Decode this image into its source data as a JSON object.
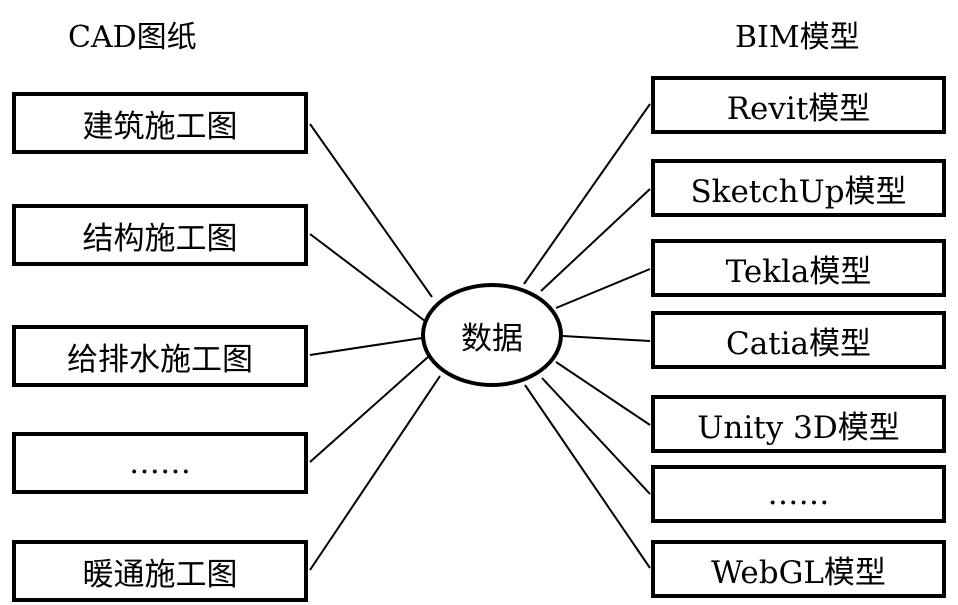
{
  "left_column": {
    "heading": "CAD图纸",
    "items": [
      "建筑施工图",
      "结构施工图",
      "给排水施工图",
      "……",
      "暖通施工图"
    ]
  },
  "hub": {
    "label": "数据"
  },
  "right_column": {
    "heading": "BIM模型",
    "items": [
      "Revit模型",
      "SketchUp模型",
      "Tekla模型",
      "Catia模型",
      "Unity 3D模型",
      "……",
      "WebGL模型"
    ]
  }
}
